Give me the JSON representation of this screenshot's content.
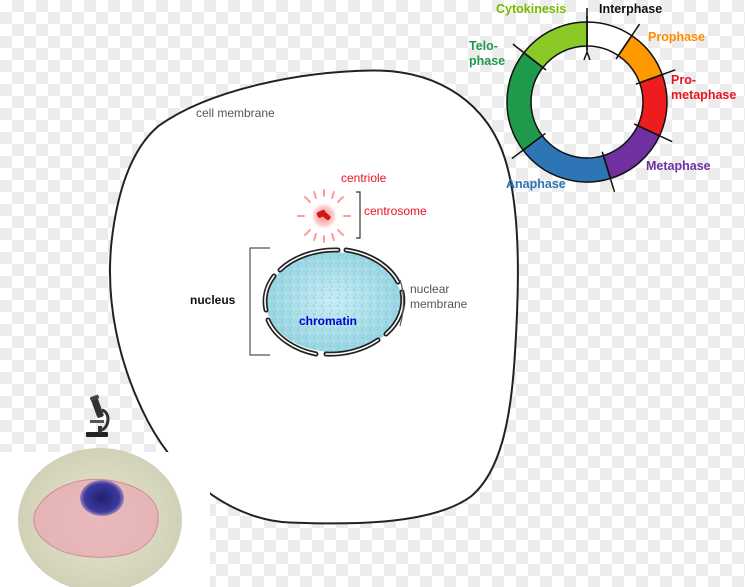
{
  "labels": {
    "cell_membrane": "cell membrane",
    "centriole": "centriole",
    "centrosome": "centrosome",
    "nucleus": "nucleus",
    "nuclear_membrane_line1": "nuclear",
    "nuclear_membrane_line2": "membrane",
    "chromatin": "chromatin"
  },
  "cell_cycle": {
    "phases": [
      {
        "key": "interphase",
        "lines": [
          "Interphase"
        ],
        "color": "#ffffff"
      },
      {
        "key": "prophase",
        "lines": [
          "Prophase"
        ],
        "color": "#ff9900"
      },
      {
        "key": "prometaphase",
        "lines": [
          "Pro-",
          "metaphase"
        ],
        "color": "#ee1c1c"
      },
      {
        "key": "metaphase",
        "lines": [
          "Metaphase"
        ],
        "color": "#7030a0"
      },
      {
        "key": "anaphase",
        "lines": [
          "Anaphase"
        ],
        "color": "#2e75b6"
      },
      {
        "key": "telophase",
        "lines": [
          "Telo-",
          "phase"
        ],
        "color": "#1f9a4a"
      },
      {
        "key": "cytokinesis",
        "lines": [
          "Cytokinesis"
        ],
        "color": "#8ac926"
      }
    ]
  },
  "colors": {
    "centriole_label": "#e8141c",
    "centrosome_label": "#e8141c",
    "chromatin_label": "#0000cc",
    "nucleus_fill": "#a8dce8",
    "micrograph_background": "#dcdcc4",
    "micrograph_cell": "#e8a8b4",
    "micrograph_nucleus": "#2a2a8a"
  },
  "icons": {
    "microscope": "microscope-icon"
  }
}
